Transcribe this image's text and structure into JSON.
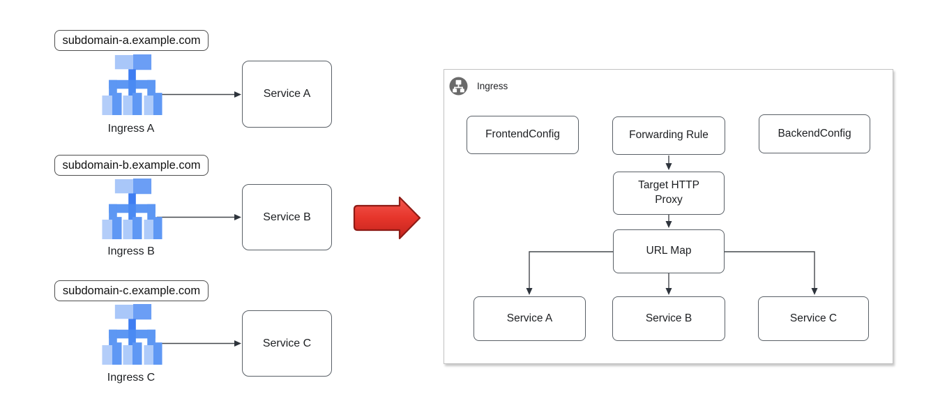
{
  "left_groups": [
    {
      "domain": "subdomain-a.example.com",
      "ingress_label": "Ingress A",
      "service_label": "Service A"
    },
    {
      "domain": "subdomain-b.example.com",
      "ingress_label": "Ingress B",
      "service_label": "Service B"
    },
    {
      "domain": "subdomain-c.example.com",
      "ingress_label": "Ingress C",
      "service_label": "Service C"
    }
  ],
  "panel": {
    "header_label": "Ingress",
    "nodes": {
      "frontend_config": "FrontendConfig",
      "forwarding_rule": "Forwarding Rule",
      "backend_config": "BackendConfig",
      "target_http_proxy": "Target HTTP Proxy",
      "url_map": "URL Map",
      "service_a": "Service A",
      "service_b": "Service B",
      "service_c": "Service C"
    }
  },
  "icons": {
    "left_group_icon": "gke-ingress-icon",
    "panel_badge": "ingress-sitemap-icon",
    "transform": "red-right-arrow-icon"
  },
  "colors": {
    "icon_light_blue": "#aecbfa",
    "icon_medium_blue": "#669df6",
    "icon_bright_blue": "#3e7df2",
    "icon_bar_blue": "#5d97f3",
    "badge_gray": "#6a6a6a",
    "arrow_red": "#e0342c",
    "connector_line": "#3f454d",
    "box_border": "#595f66",
    "panel_border": "#c2c2c2"
  }
}
